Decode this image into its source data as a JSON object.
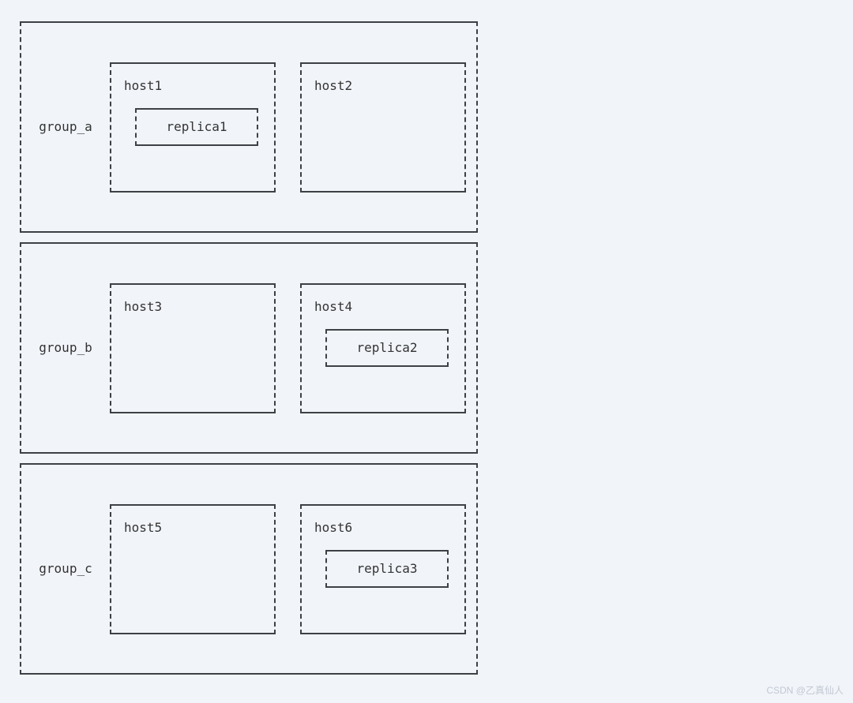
{
  "page": {
    "background_color": "#f1f4f9",
    "stroke_color": "#3d4044",
    "text_color": "#333333"
  },
  "diagram": {
    "type": "nested-block-diagram",
    "groups": [
      {
        "id": "group_a",
        "label": "group_a",
        "hosts": [
          {
            "id": "host1",
            "label": "host1",
            "replica": {
              "id": "replica1",
              "label": "replica1"
            }
          },
          {
            "id": "host2",
            "label": "host2",
            "replica": null
          }
        ]
      },
      {
        "id": "group_b",
        "label": "group_b",
        "hosts": [
          {
            "id": "host3",
            "label": "host3",
            "replica": null
          },
          {
            "id": "host4",
            "label": "host4",
            "replica": {
              "id": "replica2",
              "label": "replica2"
            }
          }
        ]
      },
      {
        "id": "group_c",
        "label": "group_c",
        "hosts": [
          {
            "id": "host5",
            "label": "host5",
            "replica": null
          },
          {
            "id": "host6",
            "label": "host6",
            "replica": {
              "id": "replica3",
              "label": "replica3"
            }
          }
        ]
      }
    ]
  },
  "watermark": {
    "text": "CSDN @乙真仙人",
    "color": "#c3c8d2"
  }
}
